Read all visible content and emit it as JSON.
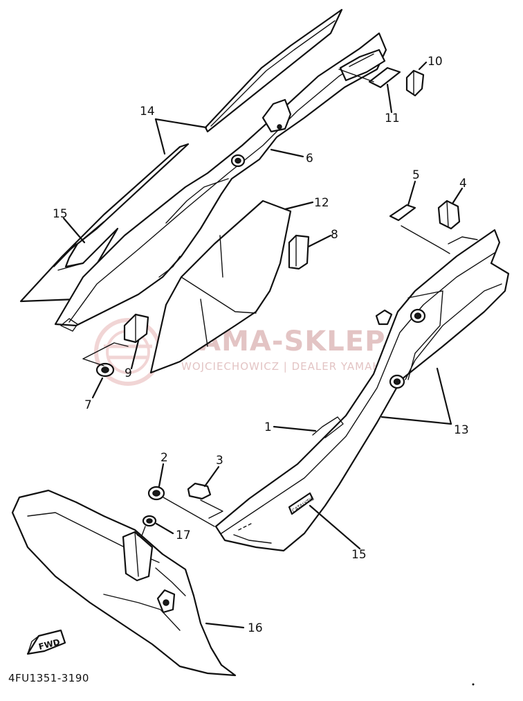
{
  "diagram": {
    "code": "4FU1351-3190",
    "fwd_label": "FWD",
    "tank_decal_text": "CATALYTIC",
    "watermark": {
      "title": "YAMA-SKLEP.PL",
      "subtitle": "WOJCIECHOWICZ | DEALER YAMAHA"
    },
    "callouts": [
      "1",
      "2",
      "3",
      "4",
      "5",
      "6",
      "7",
      "8",
      "9",
      "10",
      "11",
      "12",
      "13",
      "14",
      "15",
      "15",
      "16",
      "17"
    ]
  }
}
